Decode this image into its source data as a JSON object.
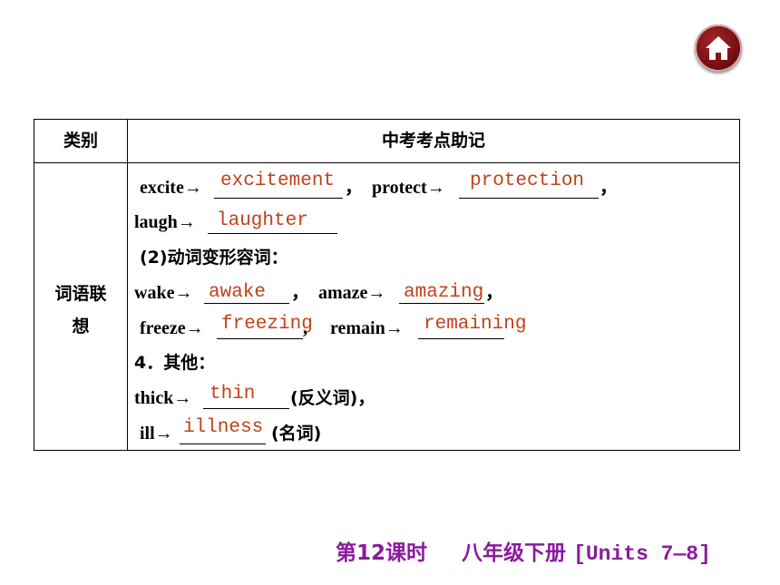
{
  "home_button": {
    "icon": "home-icon"
  },
  "table": {
    "header_col1": "类别",
    "header_col2": "中考考点助记",
    "category_line1": "词语联",
    "category_line2": "想",
    "row1": {
      "w1": "excite→",
      "a1": "excitement",
      "sep1": "，",
      "w2": "protect→",
      "a2": "protection",
      "sep2": "，"
    },
    "row2": {
      "w1": "laugh→",
      "a1": "laughter"
    },
    "row3": {
      "text": "(2)动词变形容词："
    },
    "row4": {
      "w1": "wake→",
      "a1": "awake",
      "sep1": "，",
      "w2": "amaze→",
      "a2": "amazing",
      "sep2": "，"
    },
    "row5": {
      "w1": "freeze→",
      "a1": "freezing",
      "sep1": ",",
      "w2": "remain→",
      "a2": "remaining"
    },
    "row6": {
      "text": "4．其他："
    },
    "row7": {
      "w1": "thick→",
      "a1": "thin",
      "note": "(反义词)，"
    },
    "row8": {
      "w1": "ill→",
      "a1": "illness",
      "note": "(名词)"
    }
  },
  "footer": {
    "lesson": "第12课时",
    "grade": "八年级下册",
    "units": "[Units 7—8]"
  },
  "colors": {
    "answer": "#c0411a",
    "footer": "#8b1a9e",
    "home": "#7a1014"
  }
}
